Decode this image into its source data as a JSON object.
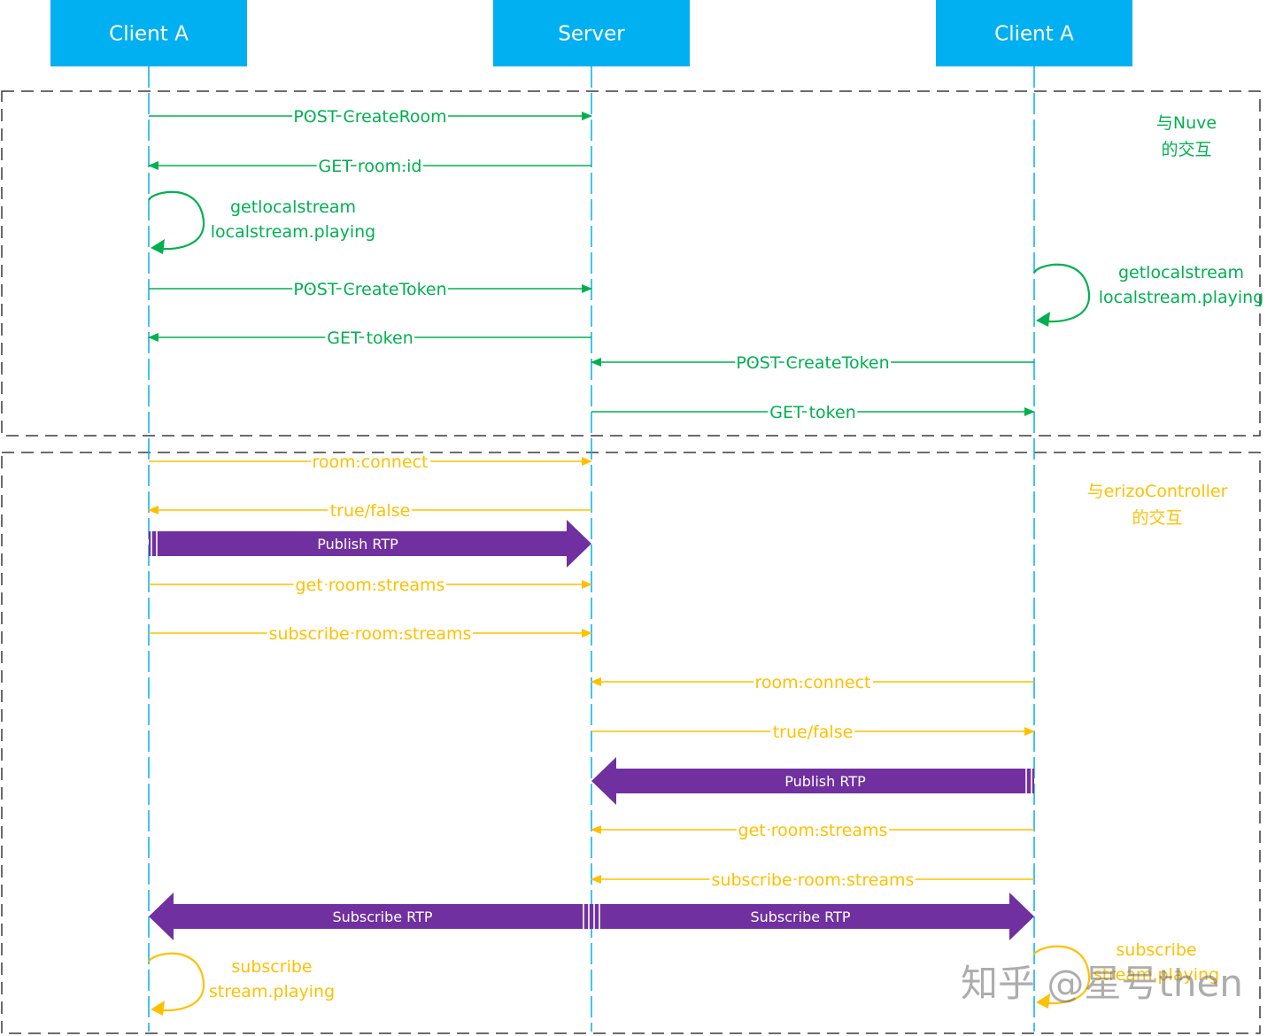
{
  "colors": {
    "header": "#00b0f0",
    "lifeline": "#00b0f0",
    "green": "#00b050",
    "yellow": "#ffc000",
    "purple": "#7030a0",
    "box": "#3a3a3a",
    "watermark": "#6b6b6b"
  },
  "participants": [
    {
      "id": "client1",
      "label": "Client A"
    },
    {
      "id": "server",
      "label": "Server"
    },
    {
      "id": "client2",
      "label": "Client A"
    }
  ],
  "groups": [
    {
      "id": "nuve",
      "title_lines": [
        "与Nuve",
        "的交互"
      ],
      "color": "green"
    },
    {
      "id": "erizo",
      "title_lines": [
        "与erizoController",
        "的交互"
      ],
      "color": "yellow"
    }
  ],
  "messages": [
    {
      "from": "client1",
      "to": "server",
      "label": "POST CreateRoom",
      "color": "green"
    },
    {
      "from": "server",
      "to": "client1",
      "label": "GET room.id",
      "color": "green"
    },
    {
      "self": "client1",
      "lines": [
        "getlocalstream",
        "localstream.playing"
      ],
      "color": "green"
    },
    {
      "from": "client1",
      "to": "server",
      "label": "POST CreateToken",
      "color": "green"
    },
    {
      "from": "server",
      "to": "client1",
      "label": "GET token",
      "color": "green"
    },
    {
      "self": "client2",
      "lines": [
        "getlocalstream",
        "localstream.playing"
      ],
      "color": "green"
    },
    {
      "from": "client2",
      "to": "server",
      "label": "POST CreateToken",
      "color": "green"
    },
    {
      "from": "server",
      "to": "client2",
      "label": "GET token",
      "color": "green"
    },
    {
      "from": "client1",
      "to": "server",
      "label": "room.connect",
      "color": "yellow"
    },
    {
      "from": "server",
      "to": "client1",
      "label": "true/false",
      "color": "yellow"
    },
    {
      "rtp": true,
      "from": "client1",
      "to": "server",
      "label": "Publish RTP"
    },
    {
      "from": "client1",
      "to": "server",
      "label": "get room.streams",
      "color": "yellow"
    },
    {
      "from": "client1",
      "to": "server",
      "label": "subscribe room.streams",
      "color": "yellow"
    },
    {
      "from": "client2",
      "to": "server",
      "label": "room.connect",
      "color": "yellow"
    },
    {
      "from": "server",
      "to": "client2",
      "label": "true/false",
      "color": "yellow"
    },
    {
      "rtp": true,
      "from": "client2",
      "to": "server",
      "label": "Publish RTP"
    },
    {
      "from": "client2",
      "to": "server",
      "label": "get room.streams",
      "color": "yellow"
    },
    {
      "from": "client2",
      "to": "server",
      "label": "subscribe room.streams",
      "color": "yellow"
    },
    {
      "rtp": true,
      "from": "server",
      "to": "client1",
      "label": "Subscribe RTP"
    },
    {
      "rtp": true,
      "from": "server",
      "to": "client2",
      "label": "Subscribe RTP"
    },
    {
      "self": "client2",
      "lines": [
        "subscribe",
        "stream.playing"
      ],
      "color": "yellow"
    },
    {
      "self": "client1",
      "lines": [
        "subscribe",
        "stream.playing"
      ],
      "color": "yellow"
    }
  ],
  "watermark": "知乎 @星号then"
}
